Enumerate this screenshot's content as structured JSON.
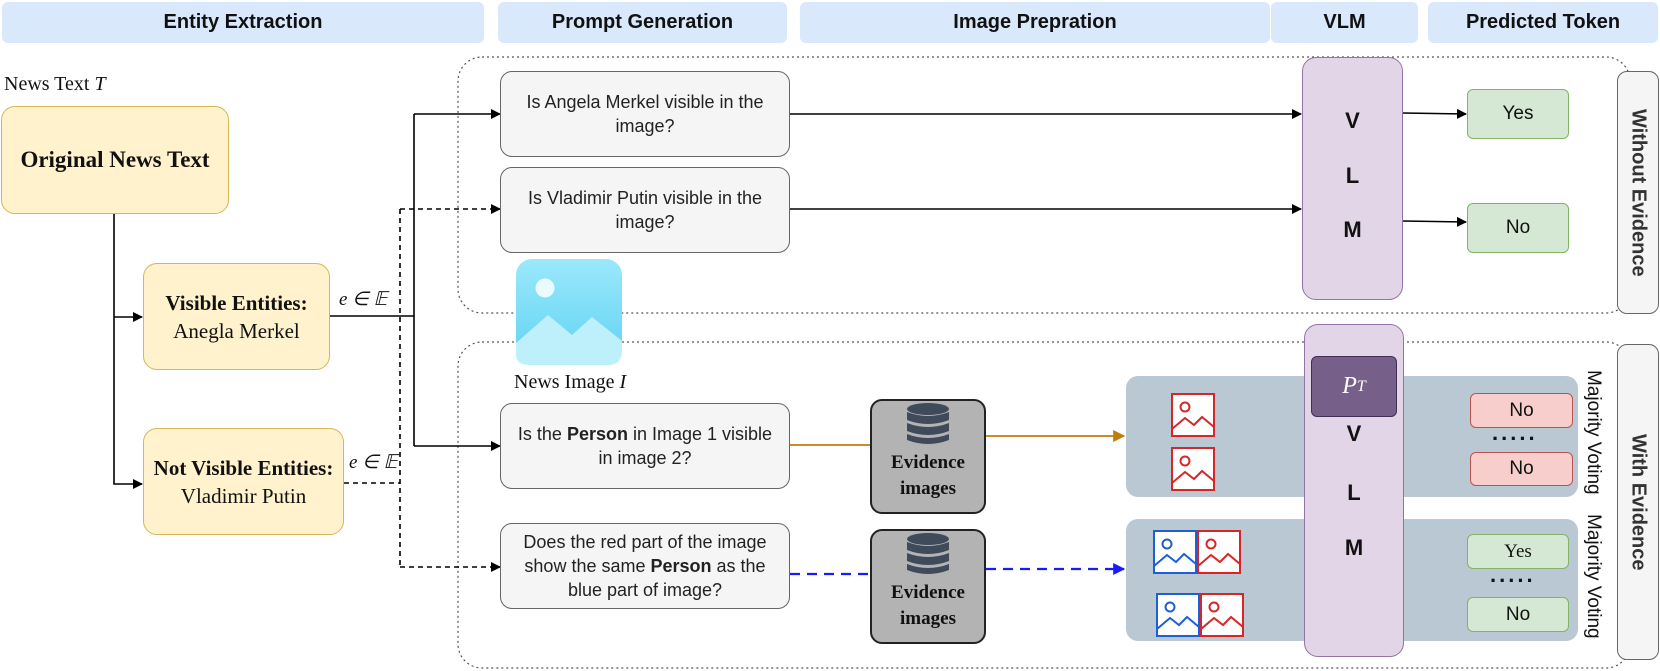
{
  "headers": {
    "entity_extraction": "Entity Extraction",
    "prompt_generation": "Prompt Generation",
    "image_preparation": "Image Prepration",
    "vlm": "VLM",
    "predicted_token": "Predicted Token"
  },
  "left": {
    "news_text_label": "News Text ",
    "news_text_symbol": "T",
    "original_news_text": "Original News Text",
    "visible_title": "Visible Entities:",
    "visible_value": "Anegla Merkel",
    "not_visible_title": "Not Visible Entities:",
    "not_visible_value": "Vladimir Putin",
    "entity_set_label_1": "e ∈ 𝔼",
    "entity_set_label_2": "e ∈ 𝔼"
  },
  "news_image": {
    "label": "News Image ",
    "symbol": "I"
  },
  "without_evidence": {
    "prompt_1": "Is Angela Merkel visible in the image?",
    "prompt_2": "Is Vladimir Putin visible in the image?",
    "vlm_letters": [
      "V",
      "L",
      "M"
    ],
    "token_1": "Yes",
    "token_2": "No",
    "side_label": "Without Evidence"
  },
  "with_evidence": {
    "prompt_3_before": "Is the ",
    "prompt_3_bold": "Person",
    "prompt_3_after": " in Image 1 visible in image 2?",
    "prompt_4_before": "Does the red part of the image show the same ",
    "prompt_4_bold": "Person",
    "prompt_4_after": " as the blue part of image?",
    "evidence_label_1": "Evidence images",
    "evidence_label_2": "Evidence images",
    "pt_base": "P",
    "pt_sub": "T",
    "vlm_letters": [
      "V",
      "L",
      "M"
    ],
    "token_red_1": "No",
    "token_red_2": "No",
    "token_green_1": "Yes",
    "token_green_2": "No",
    "dots_1": ".....",
    "dots_2": ".....",
    "majority_voting_1": "Majority Voting",
    "majority_voting_2": "Majority Voting",
    "side_label": "With Evidence"
  },
  "colors": {
    "header_fill": "#dae8fc",
    "yellow_fill": "#fff2cc",
    "yellow_stroke": "#d6b656",
    "gray_fill": "#f5f5f5",
    "vlm_fill": "#e1d5e7",
    "green_fill": "#d5e8d4",
    "red_fill": "#f8cecc",
    "pt_fill": "#76608a",
    "panel_fill": "#bac8d3",
    "orange_arrow": "#c27c0e",
    "blue_arrow": "#1a1aff"
  }
}
